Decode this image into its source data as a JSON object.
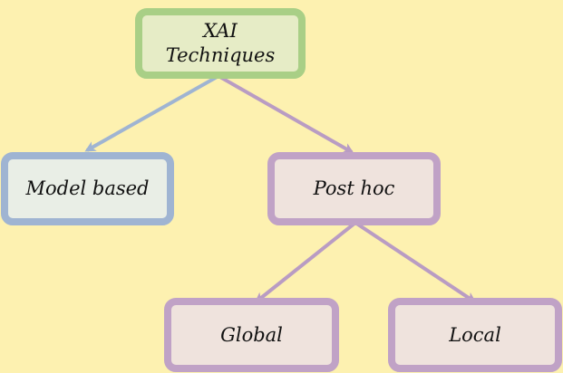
{
  "nodes": {
    "root": {
      "line1": "XAI",
      "line2": "Techniques"
    },
    "model_based": {
      "label": "Model based"
    },
    "post_hoc": {
      "label": "Post hoc"
    },
    "global": {
      "label": "Global"
    },
    "local": {
      "label": "Local"
    }
  },
  "colors": {
    "background": "#fdf1b0",
    "root_fill": "#e6ecc6",
    "root_border": "#a9cf86",
    "model_fill": "#e9eee6",
    "model_border": "#9fb4d2",
    "posthoc_fill": "#efe3dd",
    "posthoc_border": "#c0a2c6",
    "edge_blue": "#9fb4d2",
    "edge_purple": "#b99cc3"
  },
  "edges": [
    {
      "from": "root",
      "to": "model_based",
      "color": "blue"
    },
    {
      "from": "root",
      "to": "post_hoc",
      "color": "purple"
    },
    {
      "from": "post_hoc",
      "to": "global",
      "color": "purple"
    },
    {
      "from": "post_hoc",
      "to": "local",
      "color": "purple"
    }
  ]
}
